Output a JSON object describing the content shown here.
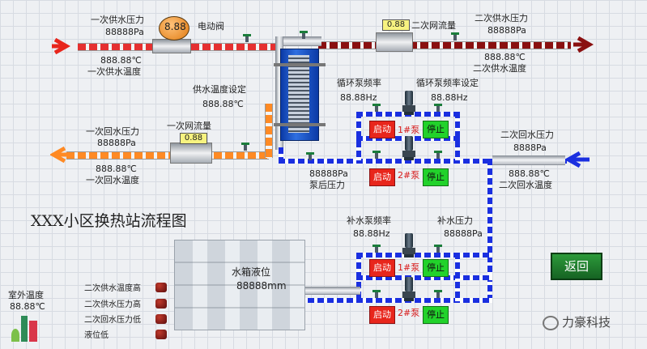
{
  "title": "XXX小区换热站流程图",
  "primary": {
    "supply_pressure_label": "一次供水压力",
    "supply_pressure_value": "88888Pa",
    "supply_temp_value": "888.88℃",
    "supply_temp_label": "一次供水温度",
    "return_pressure_label": "一次回水压力",
    "return_pressure_value": "88888Pa",
    "return_temp_value": "888.88℃",
    "return_temp_label": "一次回水温度",
    "flow_label": "一次网流量",
    "flow_value": "0.88"
  },
  "electric_valve": {
    "label": "电动阀",
    "value": "8.88"
  },
  "secondary": {
    "flow_label": "二次网流量",
    "flow_value": "0.88",
    "supply_pressure_label": "二次供水压力",
    "supply_pressure_value": "88888Pa",
    "supply_temp_value": "888.88℃",
    "supply_temp_label": "二次供水温度",
    "return_pressure_label": "二次回水压力",
    "return_pressure_value": "8888Pa",
    "return_temp_value": "888.88℃",
    "return_temp_label": "二次回水温度"
  },
  "supply_temp_setpoint": {
    "label": "供水温度设定",
    "value": "888.88℃"
  },
  "circulation": {
    "freq_label": "循环泵频率",
    "freq_value": "88.88Hz",
    "freq_set_label": "循环泵频率设定",
    "freq_set_value": "88.88Hz",
    "pump1_label": "1#泵",
    "pump2_label": "2#泵",
    "start_label": "启动",
    "stop_label": "停止"
  },
  "post_pump_pressure": {
    "value": "88888Pa",
    "label": "泵后压力"
  },
  "makeup": {
    "freq_label": "补水泵频率",
    "freq_value": "88.88Hz",
    "pressure_label": "补水压力",
    "pressure_value": "88888Pa",
    "pump1_label": "1#泵",
    "pump2_label": "2#泵",
    "start_label": "启动",
    "stop_label": "停止"
  },
  "tank": {
    "level_label": "水箱液位",
    "level_value": "88888mm"
  },
  "outdoor": {
    "label": "室外温度",
    "value": "88.88℃"
  },
  "alarms": [
    "二次供水温度高",
    "二次供水压力高",
    "二次回水压力低",
    "液位低"
  ],
  "back_button": "返回",
  "watermark": "力豪科技",
  "colors": {
    "supply_arrow": "#e8261c",
    "secondary_supply_arrow": "#8a1010",
    "primary_return_arrow": "#ff8a24",
    "secondary_return_arrow": "#1a2fe0",
    "start_button": "#e8261c",
    "stop_button": "#22d22b",
    "back_button": "#1f7a2c"
  }
}
